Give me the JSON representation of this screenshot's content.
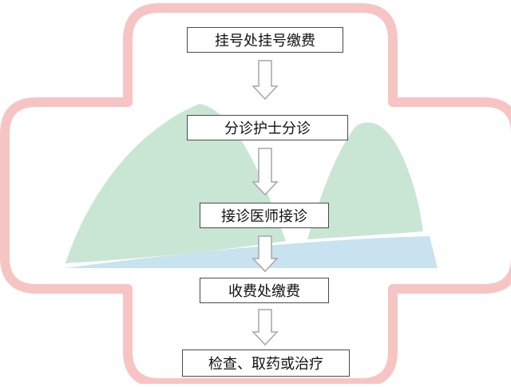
{
  "colors": {
    "cross_outline": "#f7c4c4",
    "hill_fill": "#c9e6d4",
    "water_fill": "#c8e3ef",
    "arrow_fill": "#ffffff",
    "arrow_stroke": "#a6a6a6"
  },
  "steps": [
    {
      "label": "挂号处挂号缴费"
    },
    {
      "label": "分诊护士分诊"
    },
    {
      "label": "接诊医师接诊"
    },
    {
      "label": "收费处缴费"
    },
    {
      "label": "检查、取药或治疗"
    }
  ]
}
